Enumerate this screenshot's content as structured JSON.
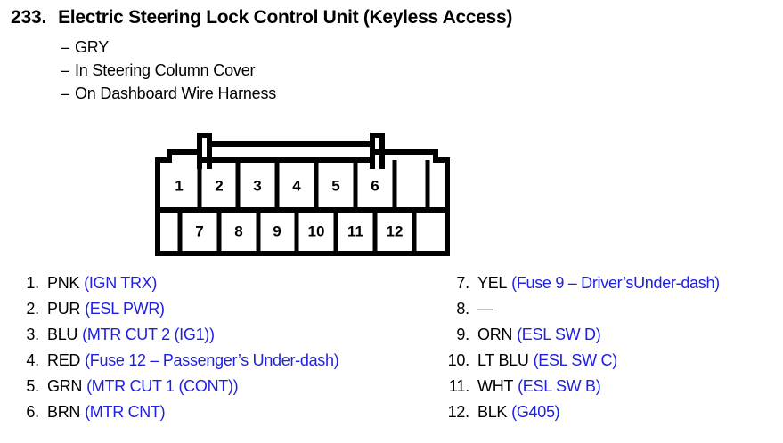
{
  "header": {
    "number": "233.",
    "title": "Electric Steering Lock Control Unit (Keyless Access)",
    "details": [
      "GRY",
      "In Steering Column Cover",
      "On Dashboard Wire Harness"
    ],
    "dash": "–"
  },
  "connector": {
    "top_row_pins": [
      "1",
      "2",
      "3",
      "4",
      "5",
      "6"
    ],
    "bottom_row_pins": [
      "7",
      "8",
      "9",
      "10",
      "11",
      "12"
    ]
  },
  "legend": {
    "left_column": [
      {
        "index": "1.",
        "wire": "PNK",
        "signal": "(IGN TRX)"
      },
      {
        "index": "2.",
        "wire": "PUR",
        "signal": "(ESL PWR)"
      },
      {
        "index": "3.",
        "wire": "BLU",
        "signal": "(MTR CUT 2 (IG1))"
      },
      {
        "index": "4.",
        "wire": "RED",
        "signal": "(Fuse 12 – Passenger’s Under-dash)"
      },
      {
        "index": "5.",
        "wire": "GRN",
        "signal": "(MTR CUT 1 (CONT))"
      },
      {
        "index": "6.",
        "wire": "BRN",
        "signal": "(MTR CNT)"
      }
    ],
    "right_column": [
      {
        "index": "7.",
        "wire": "YEL",
        "signal": "(Fuse 9 – Driver’sUnder-dash)"
      },
      {
        "index": "8.",
        "wire": "—",
        "signal": ""
      },
      {
        "index": "9.",
        "wire": "ORN",
        "signal": "(ESL SW D)"
      },
      {
        "index": "10.",
        "wire": "LT BLU",
        "signal": "(ESL SW C)"
      },
      {
        "index": "11.",
        "wire": "WHT",
        "signal": "(ESL SW B)"
      },
      {
        "index": "12.",
        "wire": "BLK",
        "signal": "(G405)"
      }
    ]
  },
  "colors": {
    "signal_blue": "#2020e0",
    "text_black": "#000000",
    "background": "#ffffff"
  }
}
